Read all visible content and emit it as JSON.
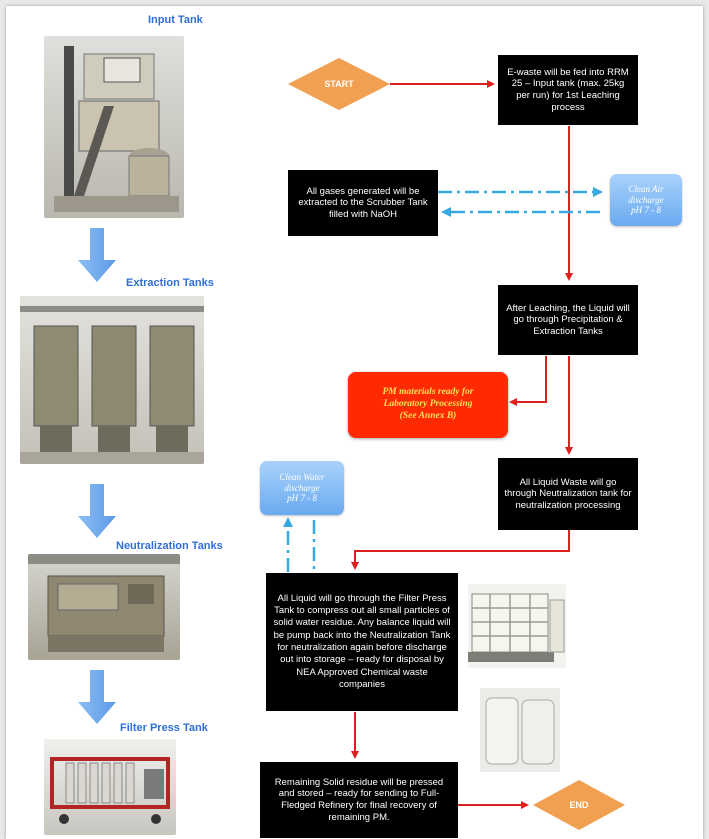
{
  "stages": [
    {
      "label": "Input Tank"
    },
    {
      "label": "Extraction Tanks"
    },
    {
      "label": "Neutralization Tanks"
    },
    {
      "label": "Filter Press Tank"
    }
  ],
  "flow": {
    "start": "START",
    "end": "END",
    "step1": "E-waste will be fed into RRM 25 – Input tank (max. 25kg per run) for 1st Leaching process",
    "gases": "All gases generated will be extracted to the Scrubber Tank filled with NaOH",
    "leaching": "After Leaching, the Liquid will go through Precipitation & Extraction Tanks",
    "liquid_waste": "All Liquid Waste will go through Neutralization tank for neutralization processing",
    "filter_press": "All Liquid will go through the Filter Press Tank to compress out all small particles of solid water residue. Any balance liquid will be pump back into the Neutralization Tank for neutralization again before discharge out into storage – ready for disposal by NEA Approved Chemical waste companies",
    "solid_residue": "Remaining Solid residue will be pressed and stored – ready for sending to Full-Fledged Refinery for final recovery of remaining PM."
  },
  "clean_air": {
    "line1": "Clean Air",
    "line2": "discharge",
    "line3": "pH 7 - 8"
  },
  "clean_water": {
    "line1": "Clean Water",
    "line2": "discharge",
    "line3": "pH 7 - 8"
  },
  "pm_box": {
    "line1": "PM materials ready for",
    "line2": "Laboratory Processing",
    "line3": "(See Annex B)"
  },
  "colors": {
    "accent_blue": "#2f6fd6",
    "arrow_red": "#dd1f1f",
    "dash_blue": "#35a9e0",
    "diamond_orange": "#f0a050",
    "pm_red": "#ff2a00"
  }
}
